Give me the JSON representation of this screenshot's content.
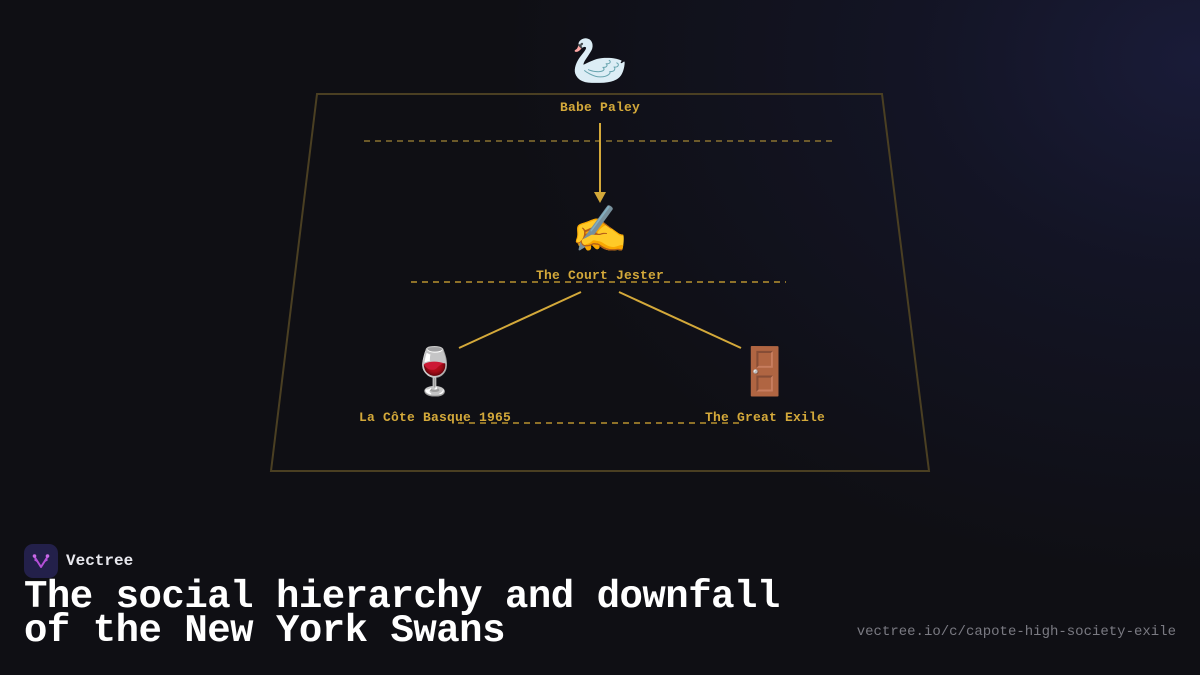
{
  "diagram": {
    "colors": {
      "accent": "#d4a93a",
      "frame": "#4a3f22",
      "background": "#0f0f14",
      "title_text": "#ffffff",
      "url_text": "#7a7a82",
      "logo_bg": "#23204a",
      "logo_glyph": "#b44fd8"
    },
    "nodes": [
      {
        "id": "babe-paley",
        "label": "Babe Paley",
        "icon": "swan-icon",
        "emoji": "🦢"
      },
      {
        "id": "court-jester",
        "label": "The Court Jester",
        "icon": "writing-hand-icon",
        "emoji": "✍️"
      },
      {
        "id": "la-cote-basque",
        "label": "La Côte Basque 1965",
        "icon": "wine-glass-icon",
        "emoji": "🍷"
      },
      {
        "id": "great-exile",
        "label": "The Great Exile",
        "icon": "door-icon",
        "emoji": "🚪"
      }
    ],
    "edges": [
      {
        "from": "babe-paley",
        "to": "court-jester",
        "style": "arrow"
      },
      {
        "from": "court-jester",
        "to": "la-cote-basque",
        "style": "line"
      },
      {
        "from": "court-jester",
        "to": "great-exile",
        "style": "line"
      }
    ],
    "tiers": 3
  },
  "footer": {
    "brand": "Vectree",
    "title": "The social hierarchy and downfall of the New York Swans",
    "url": "vectree.io/c/capote-high-society-exile"
  }
}
